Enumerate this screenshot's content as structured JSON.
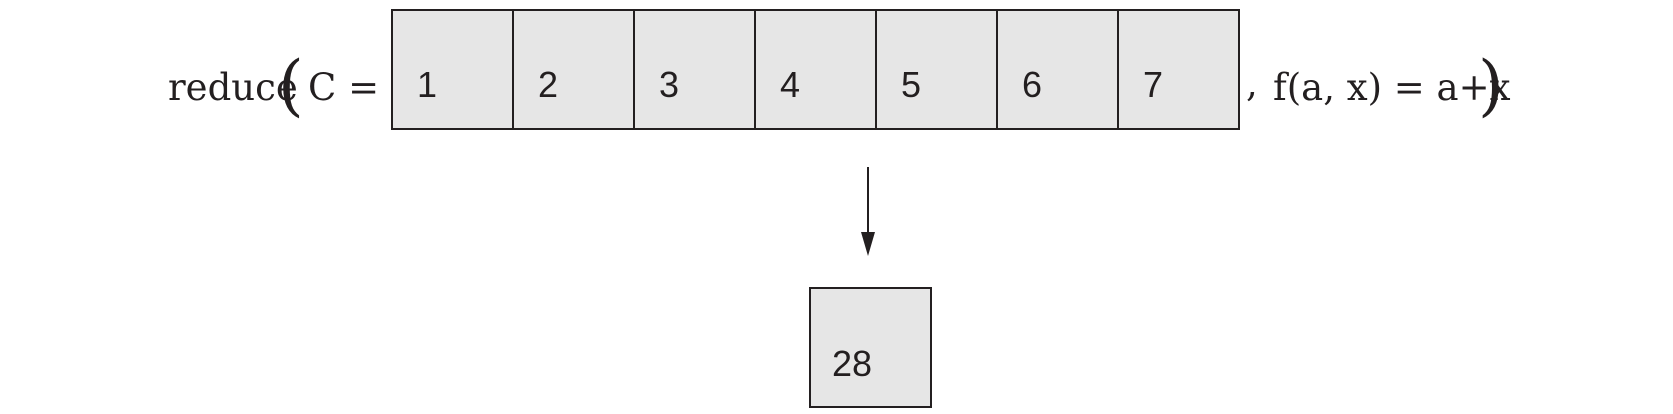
{
  "expression": {
    "function_name": "reduce",
    "open_paren": "(",
    "collection_label": "C =",
    "separator": ",",
    "function_def": "f(a, x) = a+x",
    "close_paren": ")"
  },
  "collection": {
    "items": [
      "1",
      "2",
      "3",
      "4",
      "5",
      "6",
      "7"
    ]
  },
  "result": {
    "value": "28"
  },
  "colors": {
    "cell_fill": "#e6e6e6",
    "stroke": "#231f20",
    "background": "#ffffff"
  }
}
